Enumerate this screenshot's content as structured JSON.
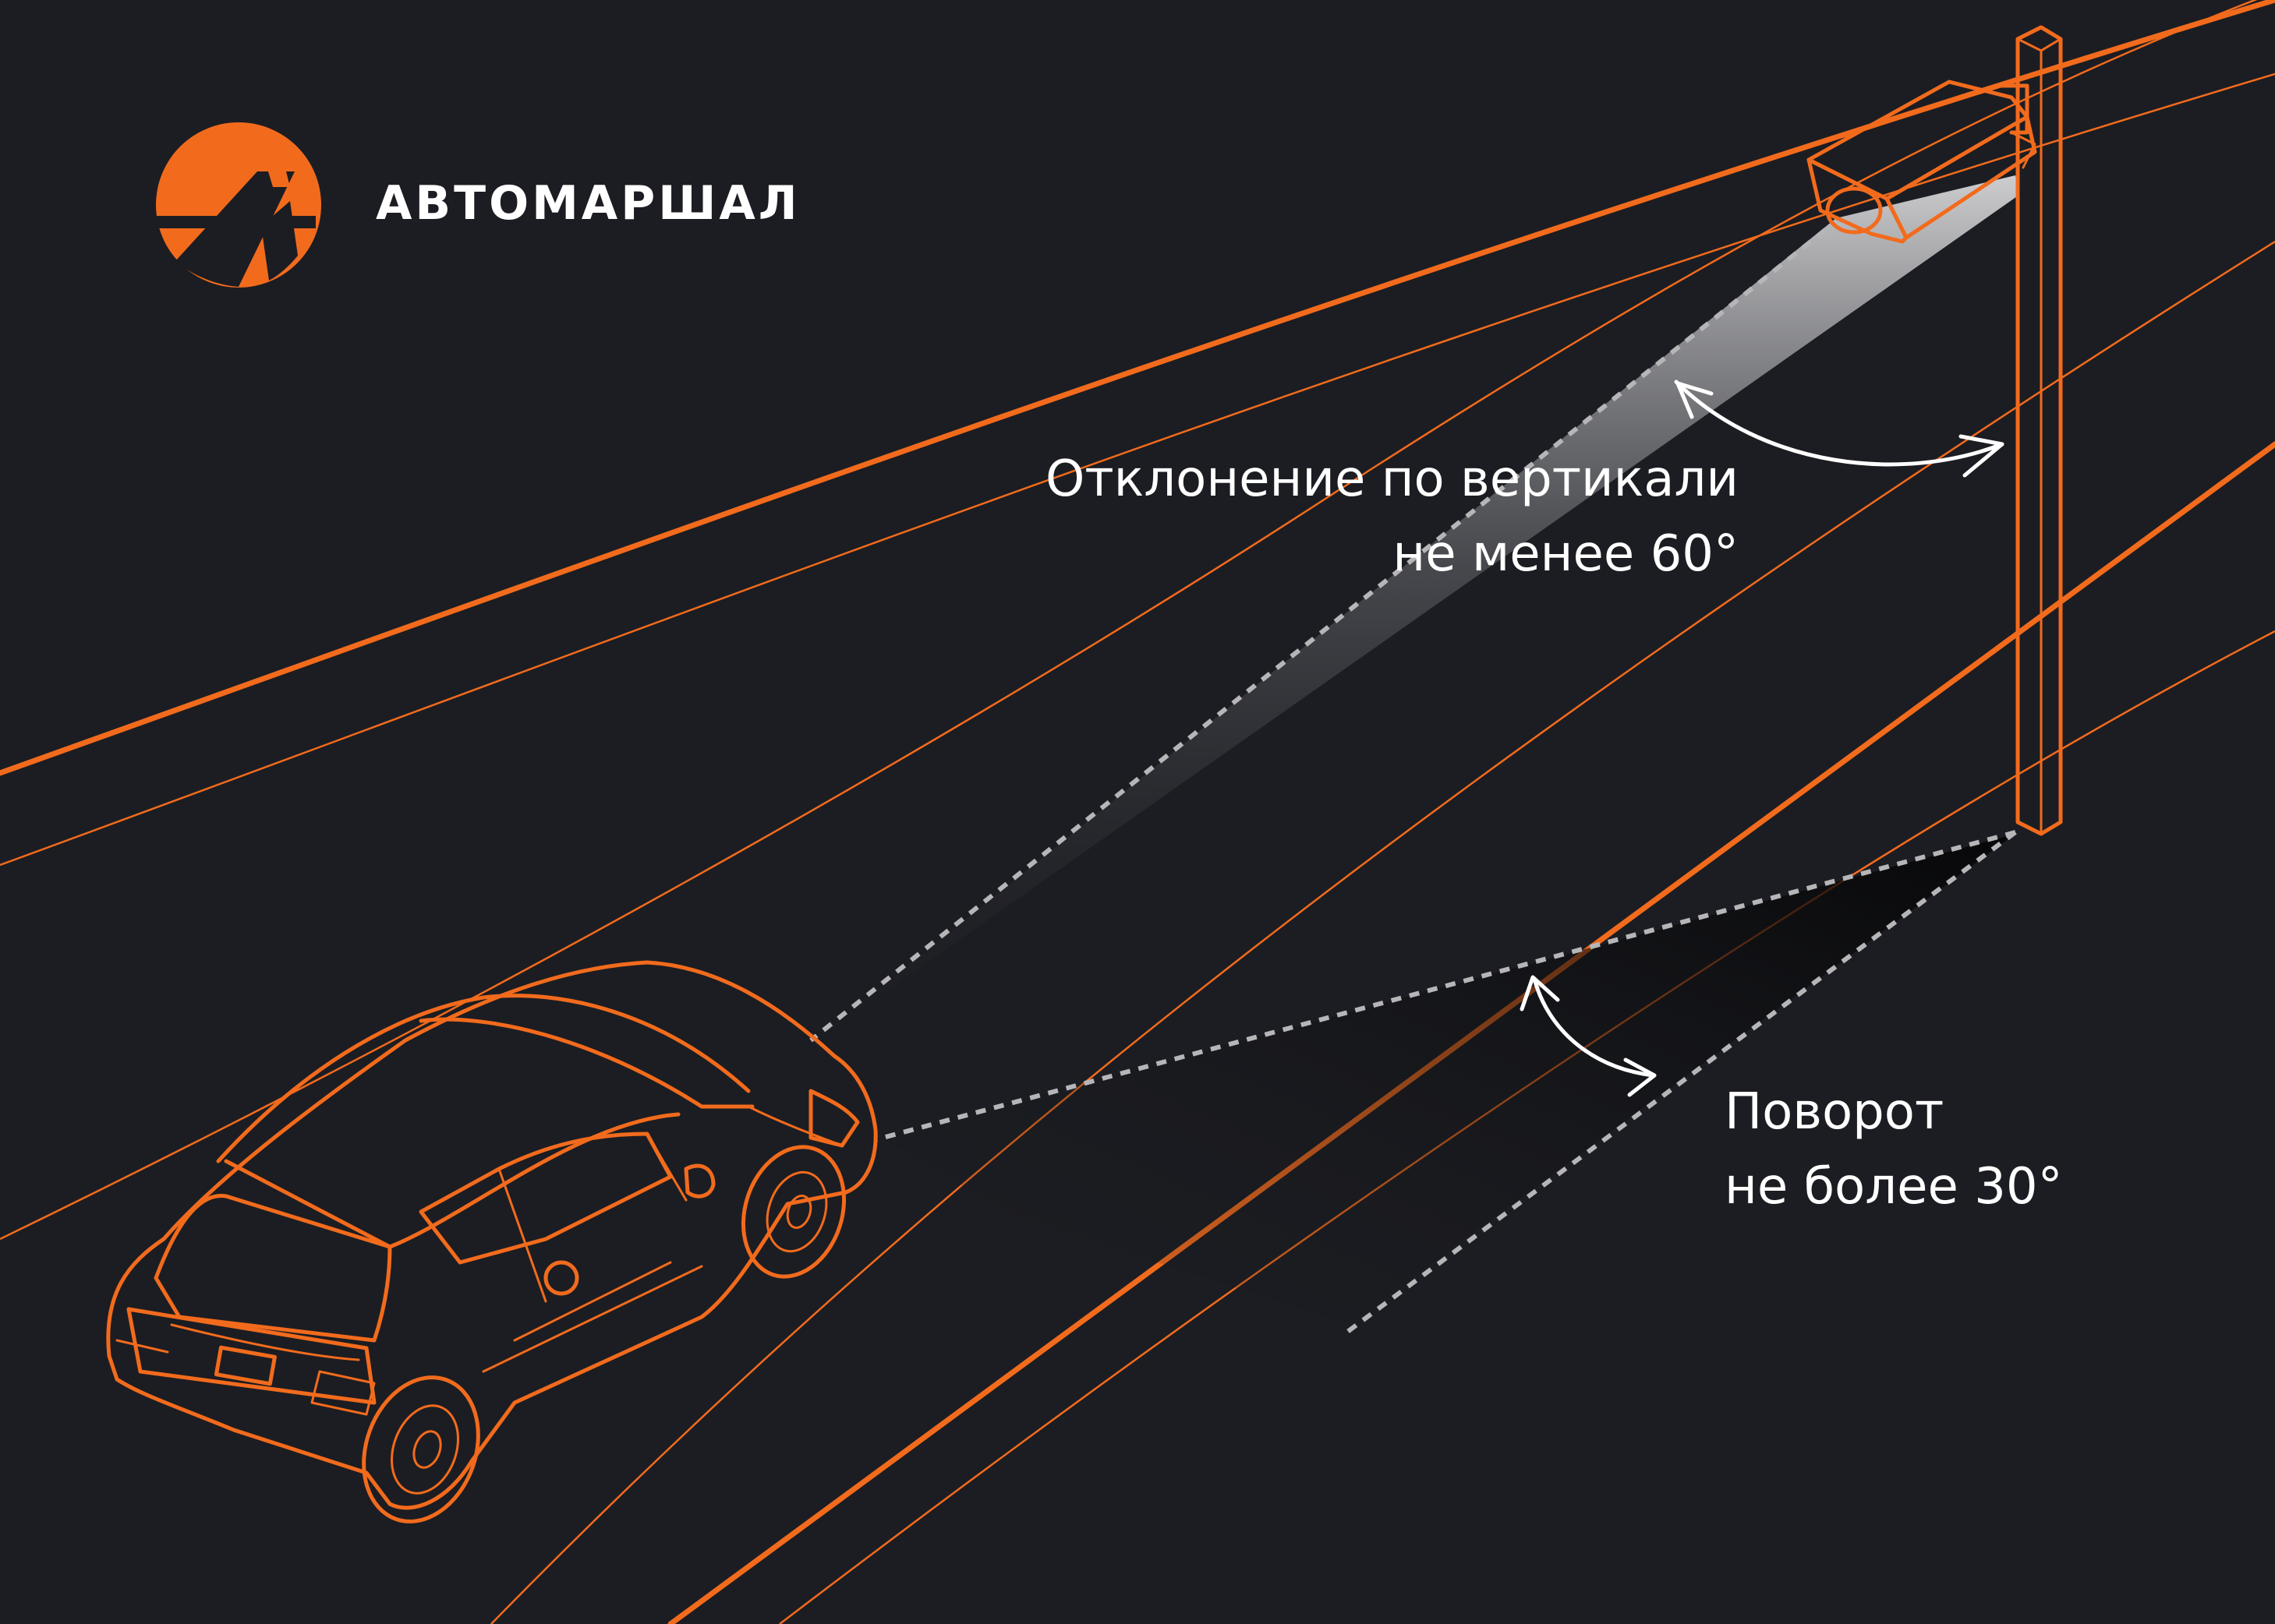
{
  "brand": {
    "name": "АВТОМАРШАЛ",
    "logo_letter": "A"
  },
  "annotations": {
    "tilt": {
      "line1": "Отклонение по вертикали",
      "line2": "не менее 60°"
    },
    "turn": {
      "line1": "Поворот",
      "line2": "не более 30°"
    }
  },
  "colors": {
    "background": "#1c1d22",
    "accent": "#f26b1d",
    "text": "#ffffff",
    "dashed_rays": "#b6b6b9"
  },
  "icons": [
    "logo-icon",
    "camera-icon",
    "pole-icon",
    "car-icon",
    "tilt-arc-arrow-icon",
    "turn-arc-arrow-icon"
  ]
}
